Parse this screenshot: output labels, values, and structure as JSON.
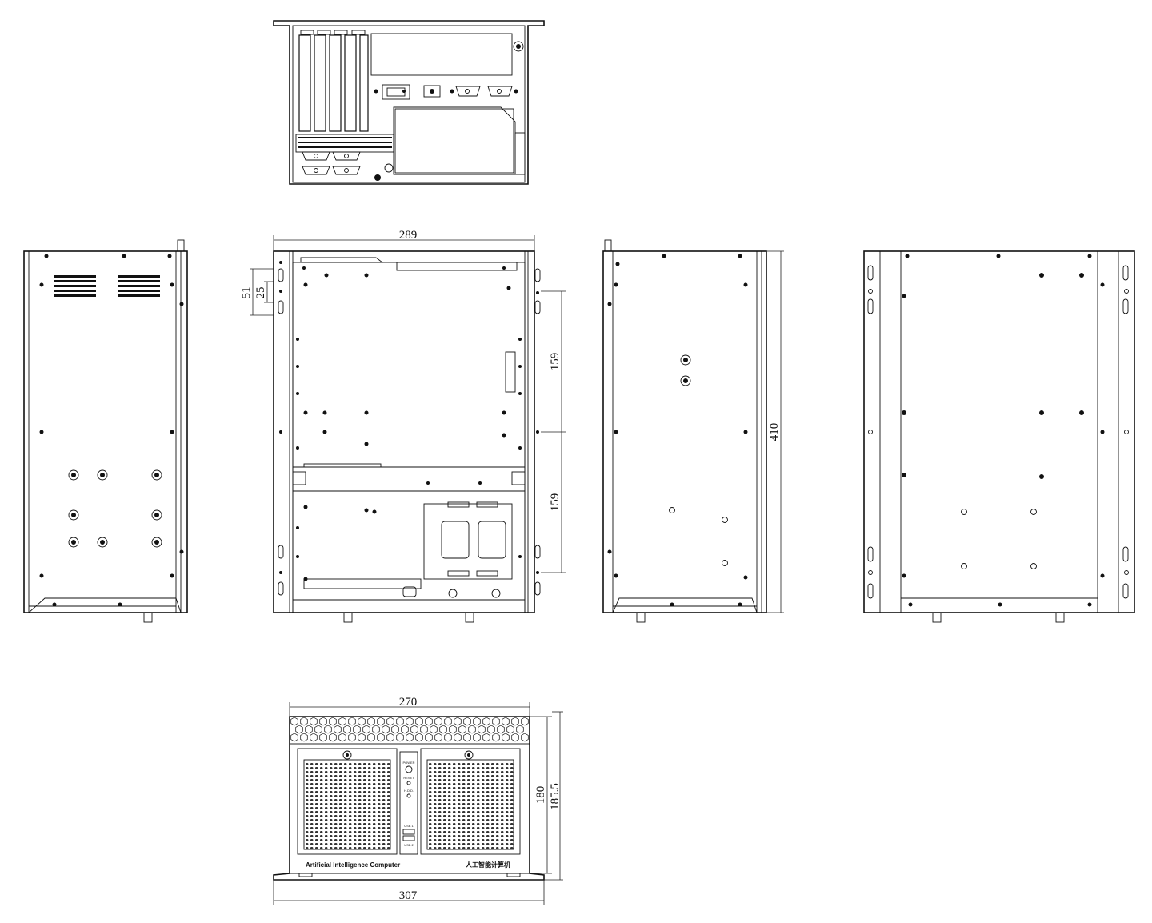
{
  "dimensions": {
    "top_width": "289",
    "slot_span": "51",
    "slot_pitch": "25",
    "mount_upper": "159",
    "mount_lower": "159",
    "depth": "410",
    "front_width": "270",
    "front_height_inner": "180",
    "front_height_outer": "185.5",
    "front_width_ears": "307"
  },
  "front_panel": {
    "label_en": "Artificial  Intelligence  Computer",
    "label_cn": "人工智能计算机",
    "power": "POWER",
    "reset": "RESET",
    "hdd": "H.D.D.",
    "usb1": "USB 1",
    "usb2": "USB 2"
  }
}
